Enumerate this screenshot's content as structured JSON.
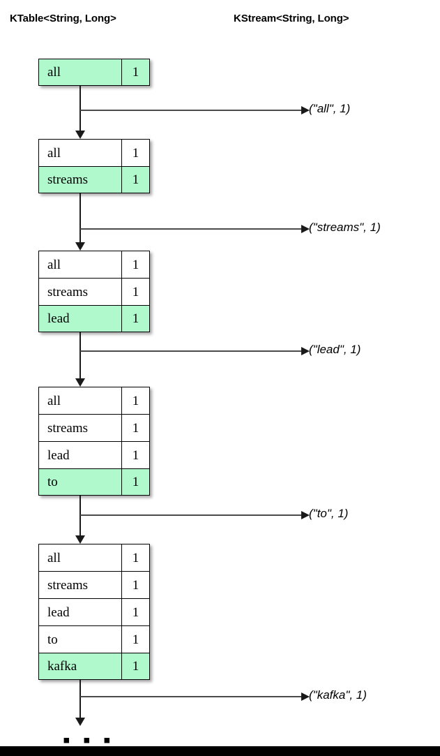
{
  "headings": {
    "left": "KTable<String, Long>",
    "right": "KStream<String, Long>"
  },
  "colors": {
    "highlight": "#aff9cd",
    "line": "#1a1a1a",
    "background": "#ffffff",
    "bottom_bar": "#000000"
  },
  "ellipsis": "▪ ▪ ▪",
  "steps": [
    {
      "rows": [
        {
          "key": "all",
          "value": "1",
          "highlighted": true
        }
      ],
      "emitted": "(\"all\", 1)"
    },
    {
      "rows": [
        {
          "key": "all",
          "value": "1",
          "highlighted": false
        },
        {
          "key": "streams",
          "value": "1",
          "highlighted": true
        }
      ],
      "emitted": "(\"streams\", 1)"
    },
    {
      "rows": [
        {
          "key": "all",
          "value": "1",
          "highlighted": false
        },
        {
          "key": "streams",
          "value": "1",
          "highlighted": false
        },
        {
          "key": "lead",
          "value": "1",
          "highlighted": true
        }
      ],
      "emitted": "(\"lead\", 1)"
    },
    {
      "rows": [
        {
          "key": "all",
          "value": "1",
          "highlighted": false
        },
        {
          "key": "streams",
          "value": "1",
          "highlighted": false
        },
        {
          "key": "lead",
          "value": "1",
          "highlighted": false
        },
        {
          "key": "to",
          "value": "1",
          "highlighted": true
        }
      ],
      "emitted": "(\"to\", 1)"
    },
    {
      "rows": [
        {
          "key": "all",
          "value": "1",
          "highlighted": false
        },
        {
          "key": "streams",
          "value": "1",
          "highlighted": false
        },
        {
          "key": "lead",
          "value": "1",
          "highlighted": false
        },
        {
          "key": "to",
          "value": "1",
          "highlighted": false
        },
        {
          "key": "kafka",
          "value": "1",
          "highlighted": true
        }
      ],
      "emitted": "(\"kafka\", 1)"
    }
  ]
}
